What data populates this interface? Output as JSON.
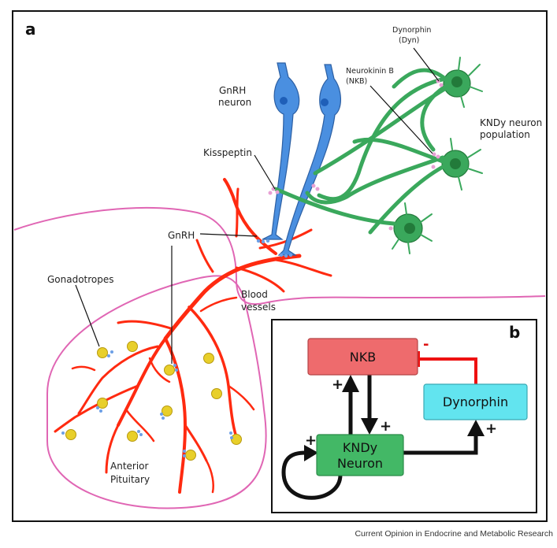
{
  "panel_a": {
    "letter": "a",
    "labels": {
      "gnrh_neuron_line1": "GnRH",
      "gnrh_neuron_line2": "neuron",
      "kisspeptin": "Kisspeptin",
      "gnrh": "GnRH",
      "gonadotropes": "Gonadotropes",
      "blood_line1": "Blood",
      "blood_line2": "vessels",
      "anterior_line1": "Anterior",
      "anterior_line2": "Pituitary",
      "dynorphin_line1": "Dynorphin",
      "dynorphin_line2": "(Dyn)",
      "nkb_line1": "Neurokinin B",
      "nkb_line2": "(NKB)",
      "kndy_line1": "KNDy neuron",
      "kndy_line2": "population"
    }
  },
  "panel_b": {
    "letter": "b",
    "boxes": {
      "nkb": "NKB",
      "dynorphin": "Dynorphin",
      "kndy_line1": "KNDy",
      "kndy_line2": "Neuron"
    },
    "signs": {
      "plus": "+",
      "minus": "-"
    }
  },
  "colors": {
    "nkb_box": "#ee6b6d",
    "dyn_box": "#62e4ef",
    "kndy_box": "#43b866",
    "vessels": "#ff2a10",
    "gnrh_neuron": "#4a8fe0",
    "kndy_neuron": "#3aa85c",
    "pituitary_outline": "#e066b4",
    "gonadotrope": "#e8cf2a",
    "inhibition": "#ee1111"
  },
  "credit": "Current Opinion in Endocrine and Metabolic Research"
}
